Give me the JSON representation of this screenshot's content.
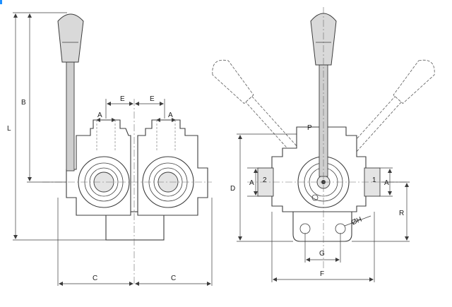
{
  "labels": {
    "A": "A",
    "B": "B",
    "C": "C",
    "D": "D",
    "E": "E",
    "F": "F",
    "G": "G",
    "L": "L",
    "P": "P",
    "R": "R",
    "port_1": "1",
    "port_2": "2",
    "hole": "ØH"
  },
  "colors": {
    "line": "#3c3c3c",
    "knob_fill": "#d9d9d9",
    "accent_corner": "#1e90ff"
  }
}
